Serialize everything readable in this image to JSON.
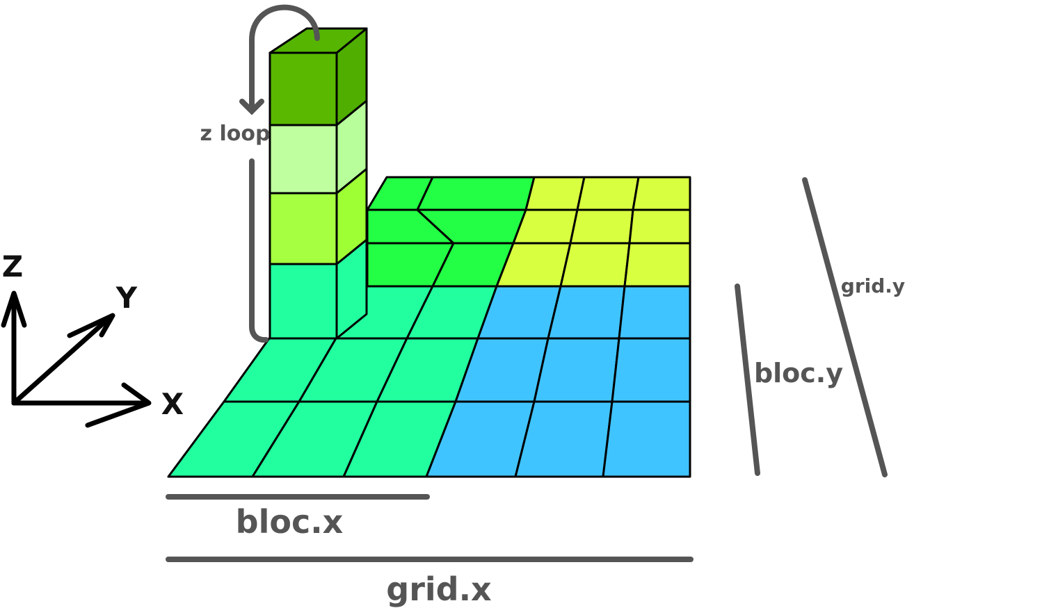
{
  "labels": {
    "z_loop": "z loop",
    "bloc_x": "bloc.x",
    "grid_x": "grid.x",
    "bloc_y": "bloc.y",
    "grid_y": "grid.y"
  },
  "axes": {
    "x": "X",
    "y": "Y",
    "z": "Z"
  },
  "colors": {
    "block_0_0": "#22ff9f",
    "block_1_0": "#40c4ff",
    "block_0_1": "#22ff44",
    "block_1_1": "#d8ff40",
    "column_top": "#55b500",
    "column_1": "#5ab800",
    "column_2": "#c0ffa0",
    "column_3": "#a6ff40",
    "column_4": "#22ff9f",
    "column_side_1": "#4fae00",
    "column_side_2": "#b8ff9c",
    "column_side_3": "#9dff34",
    "column_side_4": "#22ff9f",
    "annotation_gray": "#555555"
  }
}
